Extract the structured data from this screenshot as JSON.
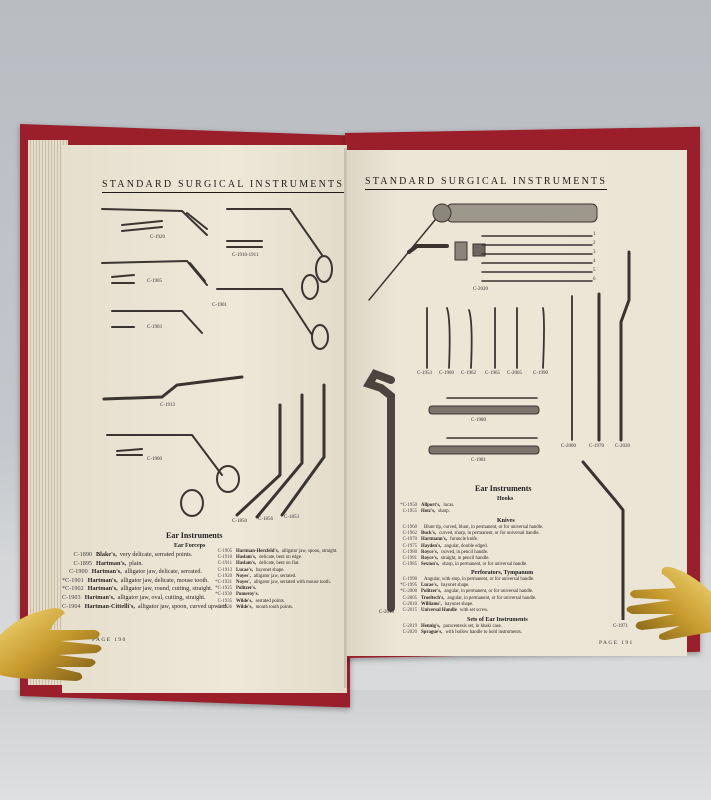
{
  "scene": {
    "description": "Open antique surgical instrument catalog held by two brass hand bookends",
    "colors": {
      "background": "#c0c4c8",
      "cover": "#9a1f2a",
      "paper": "#ebe5d6",
      "brass": "#c9a23a",
      "ink": "#1f1c18"
    }
  },
  "left_page": {
    "header": "STANDARD SURGICAL INSTRUMENTS",
    "figure_labels": [
      "C-1920",
      "C-1910-1911",
      "C-1905",
      "C-1901",
      "C-1903",
      "C-1913",
      "C-1900",
      "C-1850",
      "C-1856",
      "C-1853"
    ],
    "section_title": "Ear Instruments",
    "subsection_title": "Ear Forceps",
    "column1": [
      {
        "code": "C-1890",
        "name": "Blake's,",
        "desc": "very delicate, serrated points."
      },
      {
        "code": "C-1895",
        "name": "Hartman's,",
        "desc": "plain."
      },
      {
        "code": "C-1900",
        "name": "Hartman's,",
        "desc": "alligator jaw, delicate, serrated."
      },
      {
        "code": "*C-1901",
        "name": "Hartman's,",
        "desc": "alligator jaw, delicate, mouse tooth."
      },
      {
        "code": "*C-1902",
        "name": "Hartman's,",
        "desc": "alligator jaw, round, cutting, straight."
      },
      {
        "code": "C-1903",
        "name": "Hartman's,",
        "desc": "alligator jaw, oval, cutting, straight."
      },
      {
        "code": "C-1904",
        "name": "Hartman-Cittelli's,",
        "desc": "alligator jaw, spoon, curved upward."
      }
    ],
    "column2": [
      {
        "code": "C-1905",
        "name": "Hartman-Herzfeld's,",
        "desc": "alligator jaw, spoon, straight."
      },
      {
        "code": "C-1910",
        "name": "Haslam's,",
        "desc": "delicate, bent on edge."
      },
      {
        "code": "C-1911",
        "name": "Haslam's,",
        "desc": "delicate, bent on flat."
      },
      {
        "code": "C-1913",
        "name": "Lucae's,",
        "desc": "bayonet shape."
      },
      {
        "code": "C-1920",
        "name": "Noyes',",
        "desc": "alligator jaw, serrated."
      },
      {
        "code": "*C-1921",
        "name": "Noyes',",
        "desc": "alligator jaw, serrated with mouse tooth."
      },
      {
        "code": "*C-1925",
        "name": "Politzer's.",
        "desc": ""
      },
      {
        "code": "*C-1930",
        "name": "Pomeroy's.",
        "desc": ""
      },
      {
        "code": "C-1935",
        "name": "Wilde's,",
        "desc": "serrated points."
      },
      {
        "code": "C-1936",
        "name": "Wilde's,",
        "desc": "mouth tooth points."
      }
    ],
    "page_number": "PAGE 190"
  },
  "right_page": {
    "header": "STANDARD SURGICAL INSTRUMENTS",
    "figure_labels": [
      "C-2020",
      "C-1953",
      "C-1960",
      "C-1962",
      "C-1965",
      "C-2005",
      "C-1990",
      "C-1980",
      "C-1981",
      "C-2000",
      "C-1970",
      "C-2030",
      "C-2015",
      "C-1971"
    ],
    "set_numbers": [
      "1",
      "2",
      "3",
      "4",
      "5",
      "6"
    ],
    "section_title": "Ear Instruments",
    "hooks_title": "Hooks",
    "hooks": [
      {
        "code": "*C-1950",
        "name": "Allport's,",
        "desc": "lucas."
      },
      {
        "code": "C-1955",
        "name": "Hotz's,",
        "desc": "sharp."
      }
    ],
    "knives_title": "Knives",
    "knives": [
      {
        "code": "C-1960",
        "name": "",
        "desc": "Blunt tip, curved, blunt, in permanent, or for universal handle."
      },
      {
        "code": "C-1962",
        "name": "Buck's,",
        "desc": "curved, sharp, in permanent, or for universal handle."
      },
      {
        "code": "C-1970",
        "name": "Hartmann's,",
        "desc": "furuncle knife."
      },
      {
        "code": "C-1975",
        "name": "Hayden's,",
        "desc": "angular, double edged."
      },
      {
        "code": "C-1980",
        "name": "Royce's,",
        "desc": "curved, in pencil handle."
      },
      {
        "code": "C-1981",
        "name": "Royce's,",
        "desc": "straight, in pencil handle."
      },
      {
        "code": "C-1985",
        "name": "Sexton's,",
        "desc": "sharp, in permanent, or for universal handle."
      }
    ],
    "perforators_title": "Perforators, Tympanum",
    "perforators": [
      {
        "code": "C-1990",
        "name": "",
        "desc": "Angular, with stop, in permanent, or for universal handle."
      },
      {
        "code": "*C-1995",
        "name": "Lucae's,",
        "desc": "bayonet shape."
      },
      {
        "code": "*C-2000",
        "name": "Politzer's,",
        "desc": "angular, in permanent, or for universal handle."
      },
      {
        "code": "C-2005",
        "name": "Troeltsch's,",
        "desc": "angular, in permanent, or for universal handle."
      },
      {
        "code": "C-2010",
        "name": "Williams',",
        "desc": "bayonet shape."
      },
      {
        "code": "C-2015",
        "name": "Universal Handle",
        "desc": "with set screw."
      }
    ],
    "sets_title": "Sets of Ear Instruments",
    "sets": [
      {
        "code": "C-2019",
        "name": "Hennig's,",
        "desc": "paracentesis set, in khaki case."
      },
      {
        "code": "C-2020",
        "name": "Sprague's,",
        "desc": "with hollow handle to hold instruments."
      }
    ],
    "page_number": "PAGE 191"
  }
}
